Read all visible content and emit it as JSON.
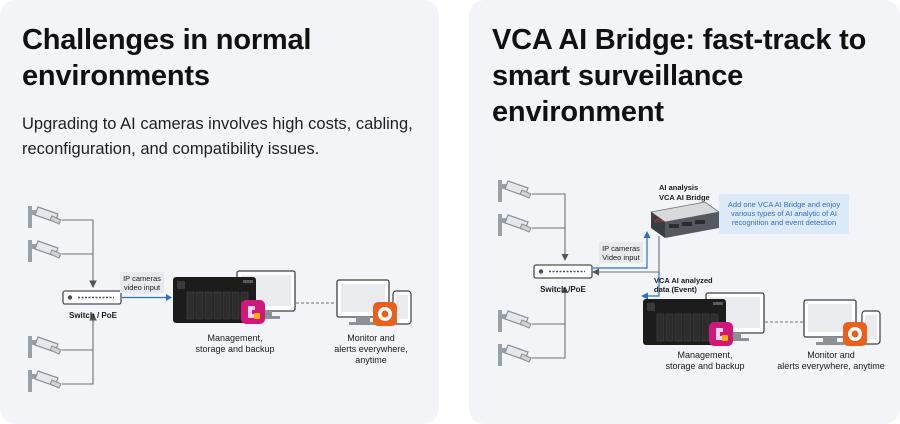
{
  "left": {
    "title_line1": "Challenges in normal",
    "title_line2": "environments",
    "desc_line1": "Upgrading to AI cameras involves high costs, cabling,",
    "desc_line2": "reconfiguration, and compatibility issues.",
    "switch_label": "Switch / PoE",
    "ip_label_line1": "IP cameras",
    "ip_label_line2": "video input",
    "nas_label_line1": "Management,",
    "nas_label_line2": "storage and backup",
    "monitor_label_line1": "Monitor and",
    "monitor_label_line2": "alerts everywhere,",
    "monitor_label_line3": "anytime"
  },
  "right": {
    "title_line1": "VCA AI Bridge: fast-track to",
    "title_line2": "smart surveillance",
    "title_line3": "environment",
    "bridge_label_line1": "AI analysis",
    "bridge_label_line2": "VCA AI Bridge",
    "callout_line1": "Add one VCA AI Bridge and enjoy",
    "callout_line2": "various types of AI analytic of AI",
    "callout_line3": "recognition and event detection",
    "ip_label_line1": "IP cameras",
    "ip_label_line2": "Video input",
    "switch_label": "Switch /PoE",
    "analyzed_line1": "VCA AI analyzed",
    "analyzed_line2": "data (Event)",
    "nas_label_line1": "Management,",
    "nas_label_line2": "storage and backup",
    "monitor_label_line1": "Monitor and",
    "monitor_label_line2": "alerts everywhere, anytime"
  },
  "colors": {
    "accent_blue": "#2f6fc0",
    "callout_bg": "#dbe9f8",
    "nas_black": "#1c1c1c",
    "app_pink": "#d0177a",
    "app_orange": "#e8601c"
  }
}
